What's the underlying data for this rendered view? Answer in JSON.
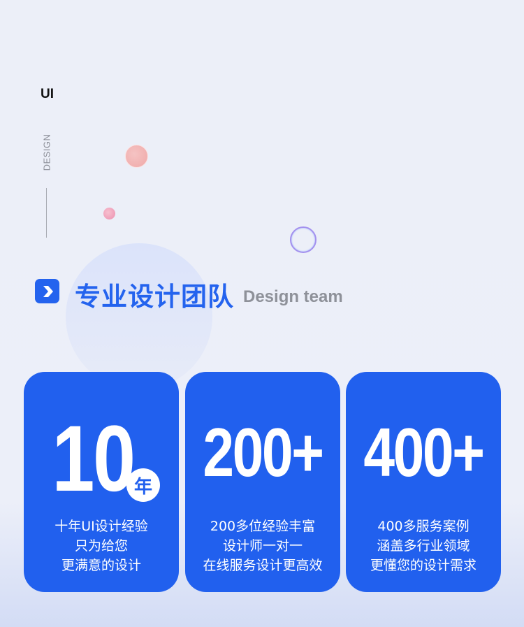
{
  "header": {
    "ui_label": "UI",
    "design_label": "DESIGN"
  },
  "section": {
    "title": "专业设计团队",
    "subtitle": "Design team",
    "icon": "chevron-right-icon"
  },
  "colors": {
    "accent": "#2160ee",
    "background": "#eceff8"
  },
  "cards": [
    {
      "number": "10",
      "badge": "年",
      "lines": [
        "十年UI设计经验",
        "只为给您",
        "更满意的设计"
      ]
    },
    {
      "number": "200+",
      "lines": [
        "200多位经验丰富",
        "设计师一对一",
        "在线服务设计更高效"
      ]
    },
    {
      "number": "400+",
      "lines": [
        "400多服务案例",
        "涵盖多行业领域",
        "更懂您的设计需求"
      ]
    }
  ]
}
